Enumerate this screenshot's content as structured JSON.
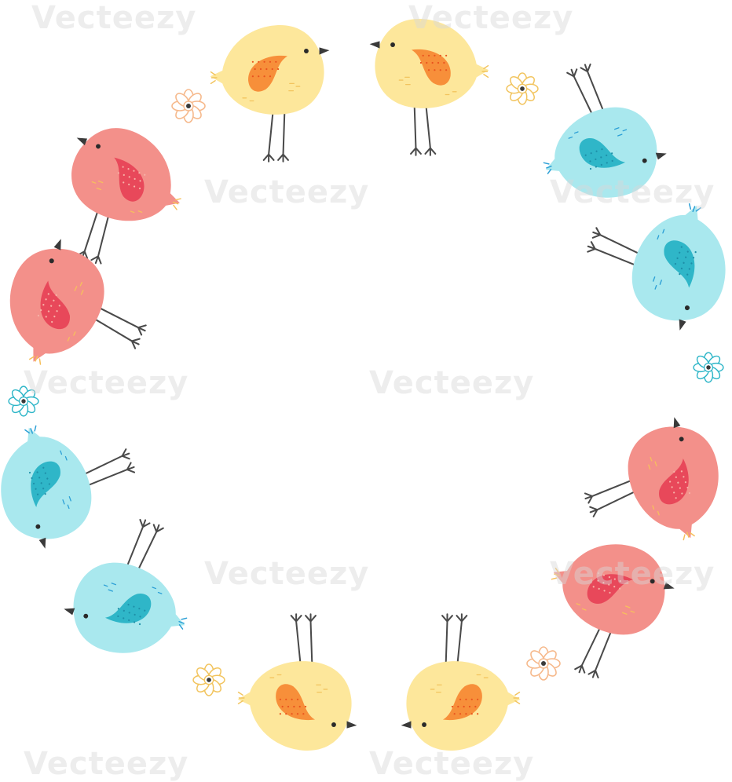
{
  "artwork": {
    "palette": {
      "yellow": {
        "body": "#FDE79B",
        "wing": "#F78F3A",
        "wing_dots": "#E9531E",
        "detail": "#F2C45E"
      },
      "blue": {
        "body": "#A9E8EE",
        "wing": "#2FB6C8",
        "wing_dots": "#1E8FA8",
        "detail": "#2B9FD6"
      },
      "pink": {
        "body": "#F3908A",
        "wing": "#E8485A",
        "wing_dots": "#F7B2A8",
        "detail": "#F6C05C"
      },
      "beak": "#3A3A3A",
      "legs": "#4A4A4A",
      "eye": "#2A2A2A"
    },
    "birds": [
      {
        "color": "yellow",
        "icon": "chick-icon"
      },
      {
        "color": "yellow",
        "icon": "chick-icon"
      },
      {
        "color": "pink",
        "icon": "chick-icon"
      },
      {
        "color": "pink",
        "icon": "chick-icon"
      },
      {
        "color": "blue",
        "icon": "chick-icon"
      },
      {
        "color": "blue",
        "icon": "chick-icon"
      },
      {
        "color": "blue",
        "icon": "chick-icon"
      },
      {
        "color": "blue",
        "icon": "chick-icon"
      },
      {
        "color": "pink",
        "icon": "chick-icon"
      },
      {
        "color": "pink",
        "icon": "chick-icon"
      },
      {
        "color": "yellow",
        "icon": "chick-icon"
      },
      {
        "color": "yellow",
        "icon": "chick-icon"
      }
    ],
    "flowers": [
      {
        "petal": "#FFFFFF",
        "outline": "#F6B98C",
        "center": "#3A3A3A"
      },
      {
        "petal": "#FFFFFF",
        "outline": "#F2C45E",
        "center": "#3A3A3A"
      },
      {
        "petal": "#FFFFFF",
        "outline": "#2FB6C8",
        "center": "#3A3A3A"
      },
      {
        "petal": "#FFFFFF",
        "outline": "#2FB6C8",
        "center": "#3A3A3A"
      },
      {
        "petal": "#FFFFFF",
        "outline": "#F6B98C",
        "center": "#3A3A3A"
      },
      {
        "petal": "#FFFFFF",
        "outline": "#F2C45E",
        "center": "#3A3A3A"
      }
    ],
    "watermark": {
      "text": "Vecteezy",
      "color": "#D8D8D8"
    }
  }
}
